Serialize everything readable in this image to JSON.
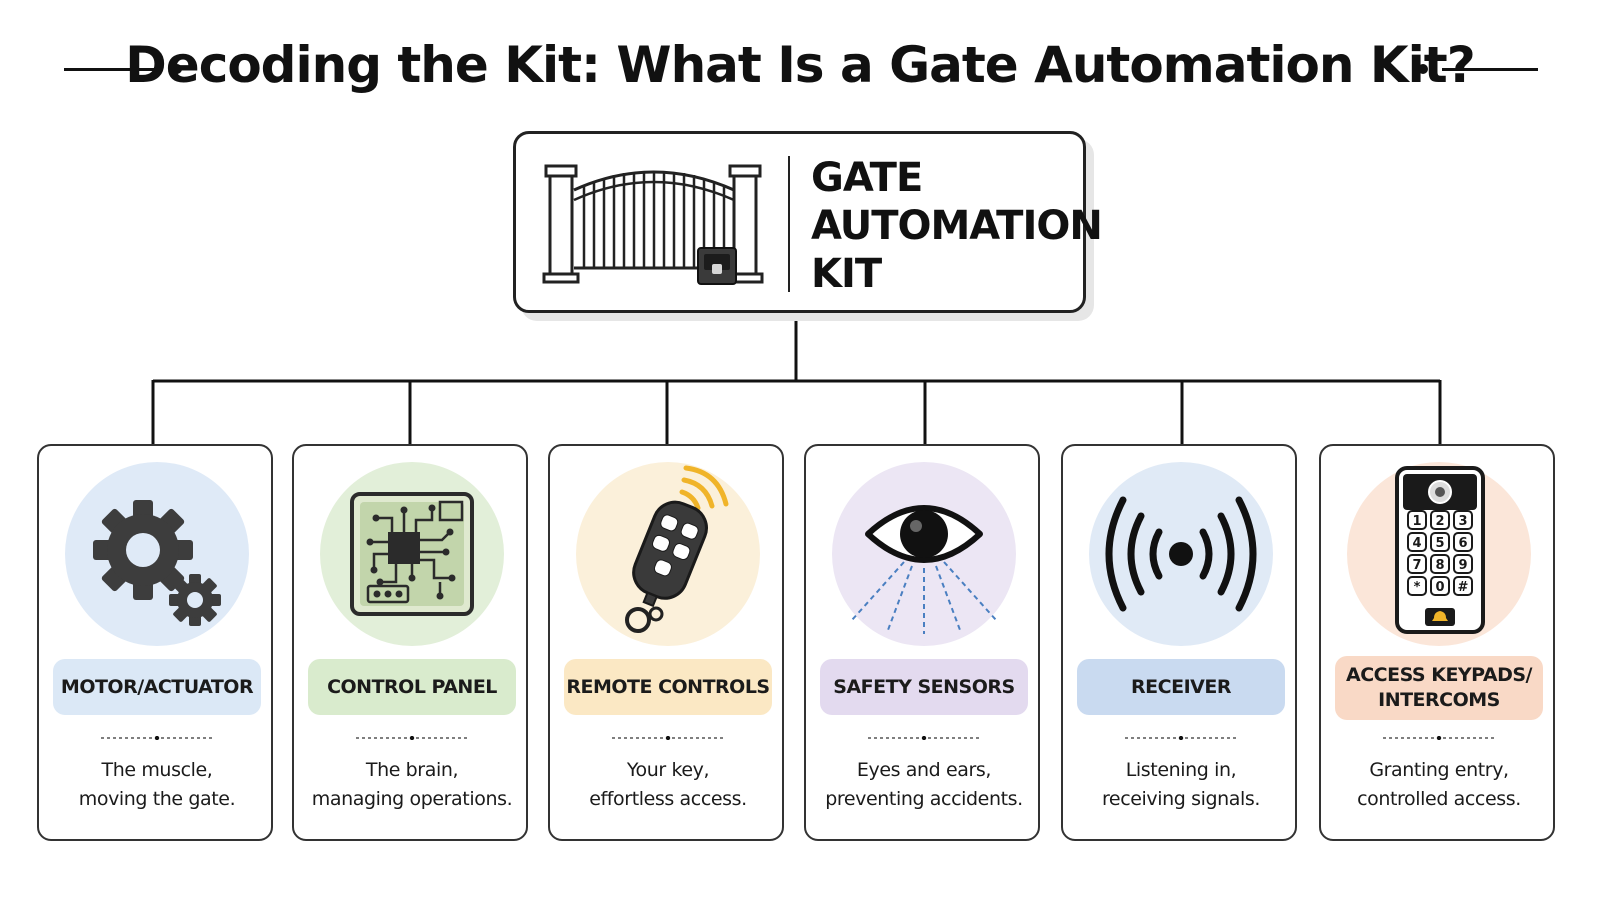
{
  "title": "Decoding the Kit: What Is a Gate Automation Kit?",
  "root": {
    "lines": [
      "GATE",
      "AUTOMATION",
      "KIT"
    ],
    "icon": "gate-icon"
  },
  "components": [
    {
      "label": "MOTOR/ACTUATOR",
      "desc": [
        "The muscle,",
        "moving the gate."
      ],
      "icon": "gears-icon",
      "circle_color": "#dfeaf7",
      "pill_color": "#dbe8f6"
    },
    {
      "label": "CONTROL PANEL",
      "desc": [
        "The brain,",
        "managing operations."
      ],
      "icon": "circuit-board-icon",
      "circle_color": "#e2efd9",
      "pill_color": "#d9ebcd"
    },
    {
      "label": "REMOTE CONTROLS",
      "desc": [
        "Your key,",
        "effortless access."
      ],
      "icon": "remote-fob-icon",
      "circle_color": "#fbf0da",
      "pill_color": "#fbe8c4"
    },
    {
      "label": "SAFETY SENSORS",
      "desc": [
        "Eyes and ears,",
        "preventing accidents."
      ],
      "icon": "eye-sensor-icon",
      "circle_color": "#ece6f4",
      "pill_color": "#e3daef"
    },
    {
      "label": "RECEIVER",
      "desc": [
        "Listening in,",
        "receiving signals."
      ],
      "icon": "signal-waves-icon",
      "circle_color": "#e0eaf6",
      "pill_color": "#c9daf0"
    },
    {
      "label": [
        "ACCESS KEYPADS/",
        "INTERCOMS"
      ],
      "desc": [
        "Granting entry,",
        "controlled access."
      ],
      "icon": "keypad-intercom-icon",
      "circle_color": "#fbe6d9",
      "pill_color": "#f9d9c6"
    }
  ],
  "keypad_keys": [
    "1",
    "2",
    "3",
    "4",
    "5",
    "6",
    "7",
    "8",
    "9",
    "*",
    "0",
    "#"
  ]
}
